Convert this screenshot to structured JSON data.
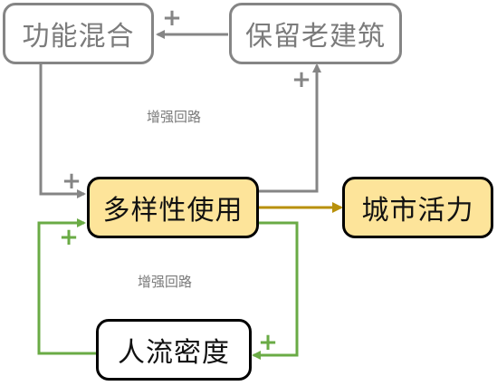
{
  "nodes": {
    "mixed_use": "功能混合",
    "preserve_old_buildings": "保留老建筑",
    "diverse_use": "多样性使用",
    "urban_vitality": "城市活力",
    "pedestrian_density": "人流密度"
  },
  "loop_labels": {
    "upper": "增强回路",
    "lower": "增强回路"
  },
  "link_signs": {
    "preserve_to_mixed": "+",
    "mixed_to_diverse": "+",
    "diverse_to_preserve": "+",
    "density_to_diverse": "+",
    "diverse_to_density": "+"
  },
  "colors": {
    "gray": "#858585",
    "green": "#6aab45",
    "gold": "#b8900a",
    "node_fill_yellow": "#fde49a",
    "border_black": "#000000"
  }
}
